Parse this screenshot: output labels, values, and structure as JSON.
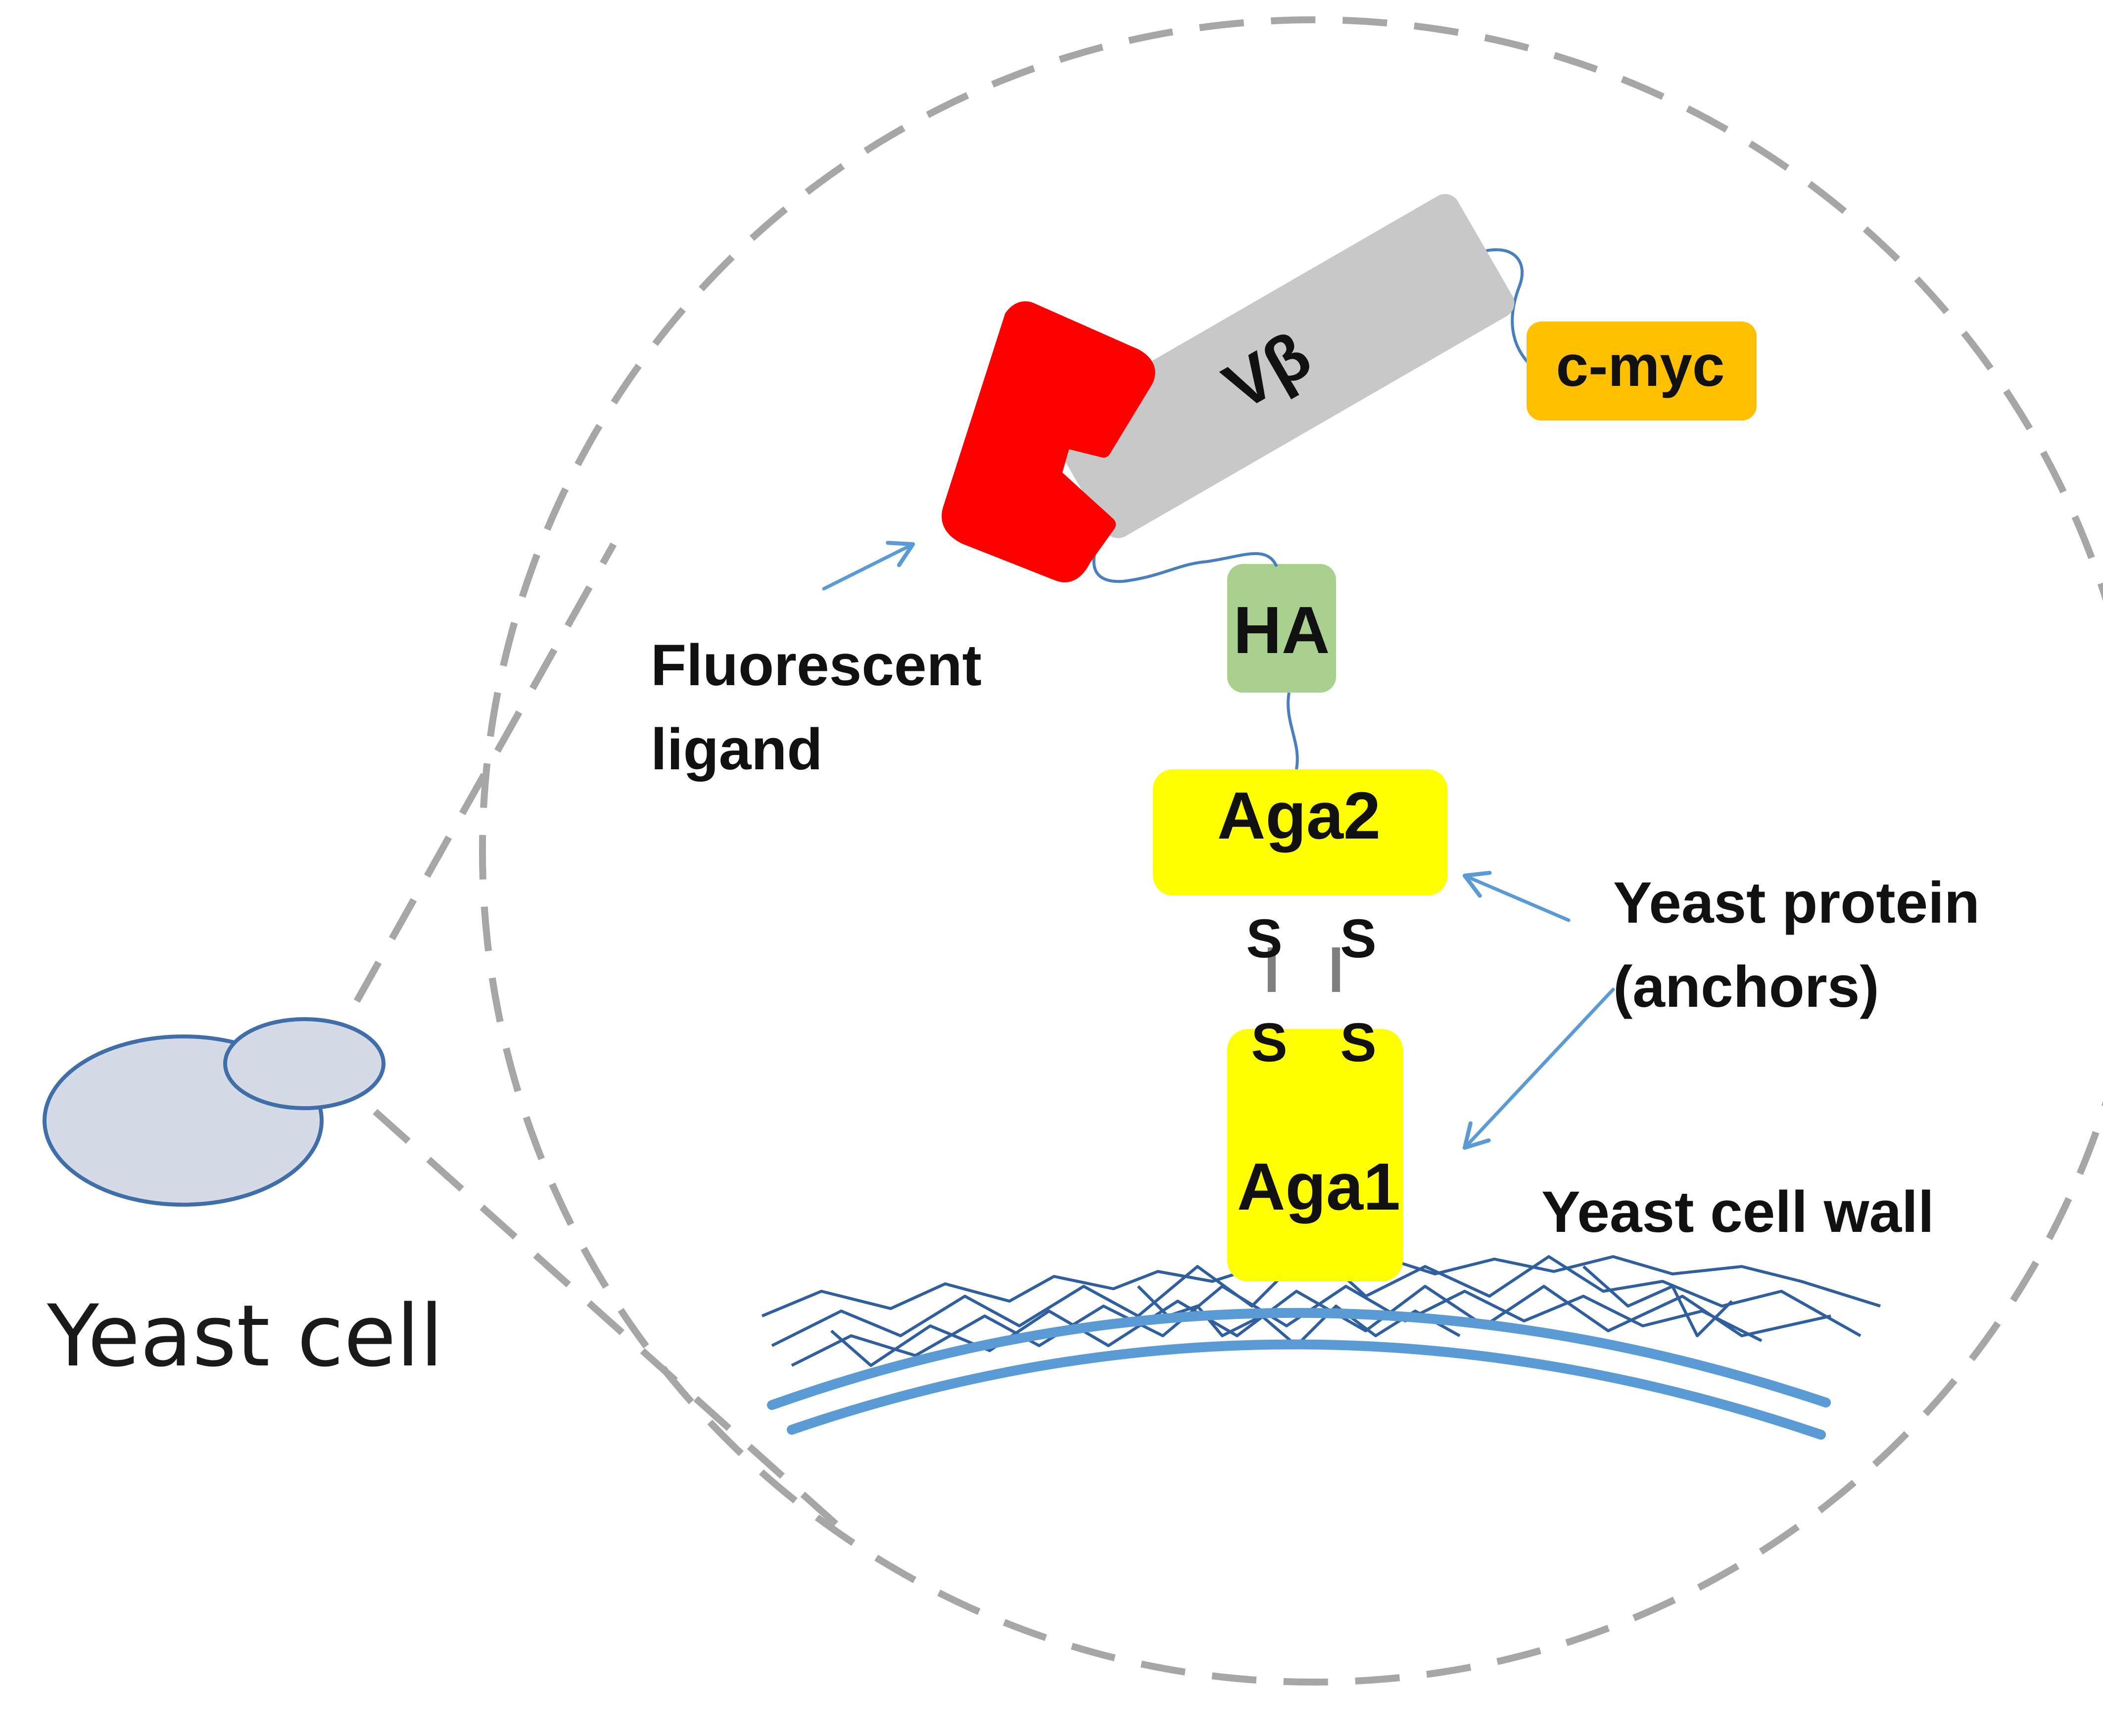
{
  "labels": {
    "yeast_cell": "Yeast cell",
    "fluorescent_ligand_line1": "Fluorescent",
    "fluorescent_ligand_line2": "ligand",
    "v_beta": "Vβ",
    "c_myc": "c-myc",
    "ha": "HA",
    "aga2": "Aga2",
    "aga1": "Aga1",
    "sulfur": "S",
    "yeast_protein_line1": "Yeast protein",
    "yeast_protein_line2": "(anchors)",
    "yeast_cell_wall": "Yeast cell wall"
  },
  "colors": {
    "ligand": "#ff0000",
    "v_beta": "#c8c8c8",
    "c_myc": "#ffc000",
    "ha": "#a9d08e",
    "aga": "#ffff00",
    "linker": "#4a7fbf",
    "arrow": "#5b9bd5",
    "cell_fill": "#d5dbe6",
    "cell_stroke": "#3f6ea8",
    "dashed": "#a6a6a6",
    "wall": "#5b9bd5",
    "fibers": "#2f5f9e"
  }
}
